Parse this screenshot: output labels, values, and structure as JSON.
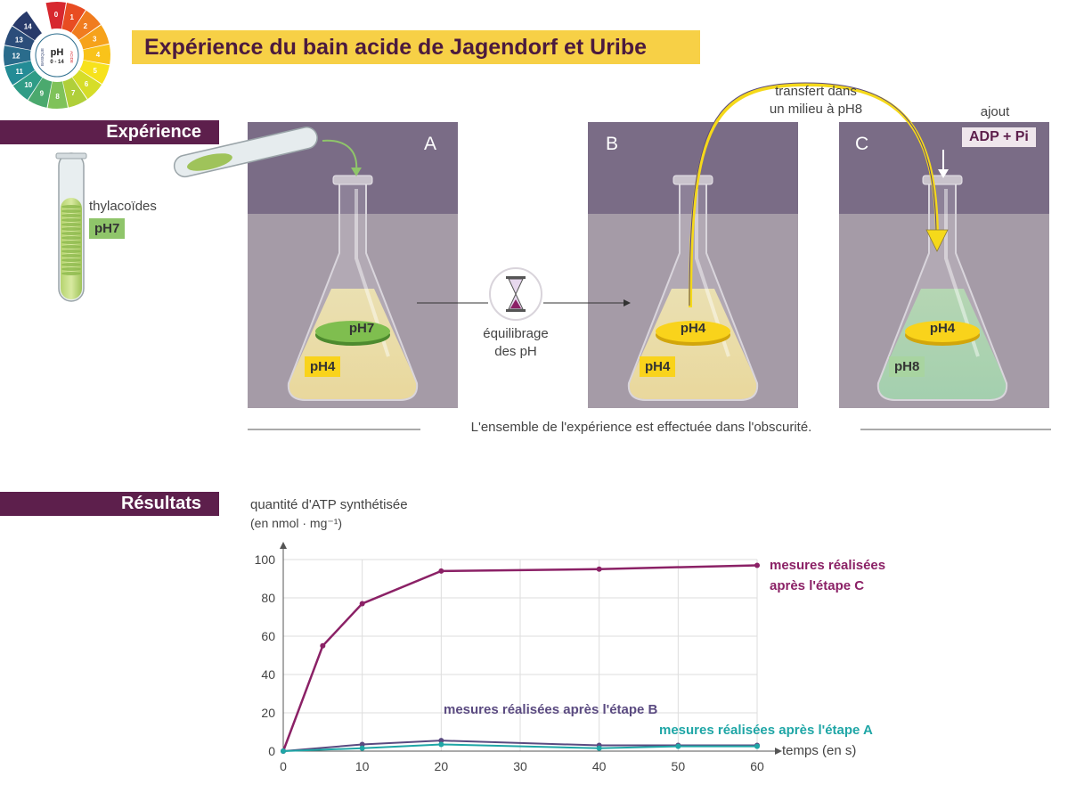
{
  "title": "Expérience du bain acide de Jagendorf et Uribe",
  "ph_wheel": {
    "center_label": "pH",
    "center_range": "0 - 14",
    "acid_label": "ACIDE",
    "base_label": "BASIQUE",
    "numbers": [
      "0",
      "1",
      "2",
      "3",
      "4",
      "5",
      "6",
      "7",
      "8",
      "9",
      "10",
      "11",
      "12",
      "13",
      "14"
    ],
    "colors": [
      "#d7282f",
      "#e84c22",
      "#f07c1f",
      "#f6a21b",
      "#f9c31a",
      "#f7e21b",
      "#d6dd29",
      "#b0cf3a",
      "#7fc25a",
      "#4ba96e",
      "#2f9c86",
      "#248c96",
      "#2a6c8c",
      "#2b4d7a",
      "#283a6a"
    ]
  },
  "sections": {
    "experience": "Expérience",
    "results": "Résultats"
  },
  "tube": {
    "label": "thylacoïdes",
    "ph": "pH7"
  },
  "panels": [
    {
      "letter": "A",
      "disk_ph": "pH7",
      "medium_ph": "pH4"
    },
    {
      "letter": "B",
      "disk_ph": "pH4",
      "medium_ph": "pH4"
    },
    {
      "letter": "C",
      "disk_ph": "pH4",
      "medium_ph": "pH8"
    }
  ],
  "equilibrage": {
    "line1": "équilibrage",
    "line2": "des pH"
  },
  "transfer": {
    "line1": "transfert dans",
    "line2": "un milieu à pH8"
  },
  "ajout": {
    "label": "ajout",
    "box": "ADP + Pi"
  },
  "darkness_note": "L'ensemble de l'expérience est effectuée dans l'obscurité.",
  "colors": {
    "accent": "#5d1f4c",
    "banner": "#f7d046",
    "seriesC": "#8b2166",
    "seriesB": "#5a4a80",
    "seriesA": "#1fa6a6"
  },
  "chart_data": {
    "type": "line",
    "ylabel_line1": "quantité d'ATP synthétisée",
    "ylabel_line2": "(en nmol · mg⁻¹)",
    "xlabel": "temps (en s)",
    "xlim": [
      0,
      60
    ],
    "ylim": [
      0,
      100
    ],
    "xticks": [
      0,
      10,
      20,
      30,
      40,
      50,
      60
    ],
    "yticks": [
      0,
      20,
      40,
      60,
      80,
      100
    ],
    "grid": true,
    "series": [
      {
        "name": "mesures réalisées après l'étape C",
        "label_line1": "mesures réalisées",
        "label_line2": "après l'étape C",
        "color": "#8b2166",
        "x": [
          0,
          5,
          10,
          20,
          40,
          60
        ],
        "y": [
          0,
          55,
          77,
          94,
          95,
          97
        ]
      },
      {
        "name": "mesures réalisées après l'étape B",
        "color": "#5a4a80",
        "x": [
          0,
          10,
          20,
          40,
          50,
          60
        ],
        "y": [
          0,
          3.5,
          5.5,
          3,
          3,
          3
        ]
      },
      {
        "name": "mesures réalisées après l'étape A",
        "color": "#1fa6a6",
        "x": [
          0,
          10,
          20,
          40,
          50,
          60
        ],
        "y": [
          0,
          1.5,
          3.5,
          1.5,
          2.5,
          2.5
        ]
      }
    ]
  }
}
